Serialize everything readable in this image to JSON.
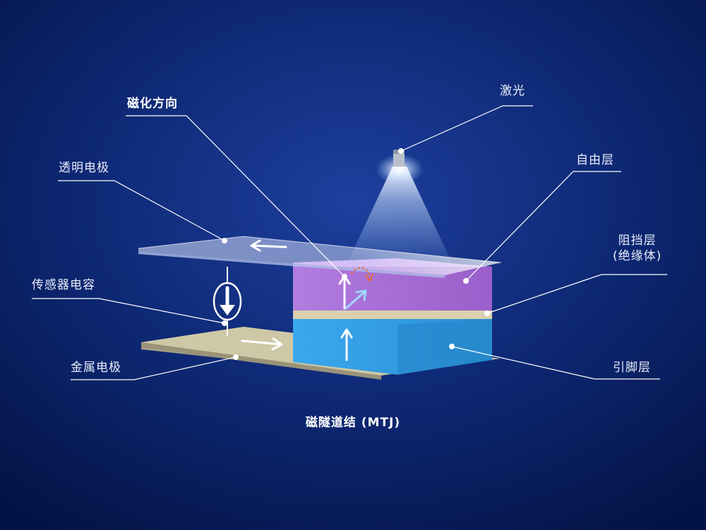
{
  "labels": {
    "magnetization_direction": "磁化方向",
    "laser": "激光",
    "transparent_electrode": "透明电极",
    "free_layer": "自由层",
    "barrier_layer": "阻挡层\n(绝缘体)",
    "sensor_capacitor": "传感器电容",
    "metal_electrode": "金属电极",
    "pinned_layer": "引脚层",
    "caption": "磁隧道结 (MTJ)"
  },
  "colors": {
    "background": "#061a55",
    "free_layer": "#a86fd6",
    "barrier_layer": "#d8cfae",
    "pinned_layer": "#2f9ee6",
    "metal_electrode": "#cfc8a6",
    "transparent_electrode": "#c9d6f2",
    "rotation_arrow": "#e86a2a",
    "leader_line": "#ffffff"
  }
}
